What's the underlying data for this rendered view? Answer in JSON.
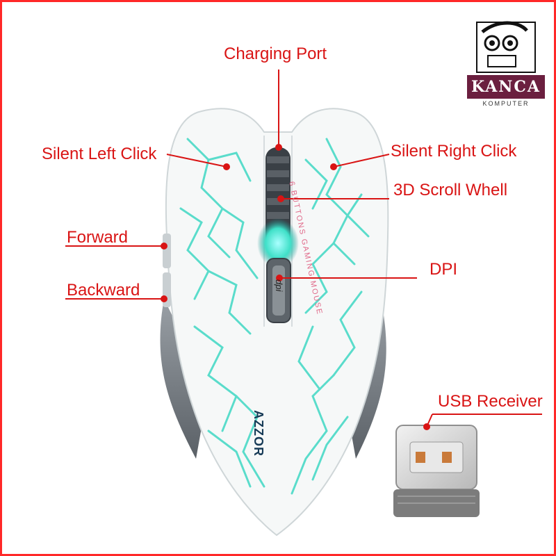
{
  "callouts": {
    "charging_port": "Charging Port",
    "silent_left_click": "Silent Left Click",
    "silent_right_click": "Silent Right Click",
    "scroll_wheel": "3D Scroll Whell",
    "forward": "Forward",
    "dpi": "DPI",
    "backward": "Backward",
    "usb_receiver": "USB Receiver"
  },
  "logo": {
    "name": "KANCA",
    "tagline": "KOMPUTER"
  },
  "product": {
    "brand": "AZZOR",
    "side_print": "6 BUTTONS GAMING MOUSE",
    "dpi_button_text": "dpi"
  },
  "colors": {
    "callout_text": "#d91414",
    "frame": "#ff2828",
    "glow": "#3fe0c8",
    "logo_bg": "#6b1f3f"
  }
}
